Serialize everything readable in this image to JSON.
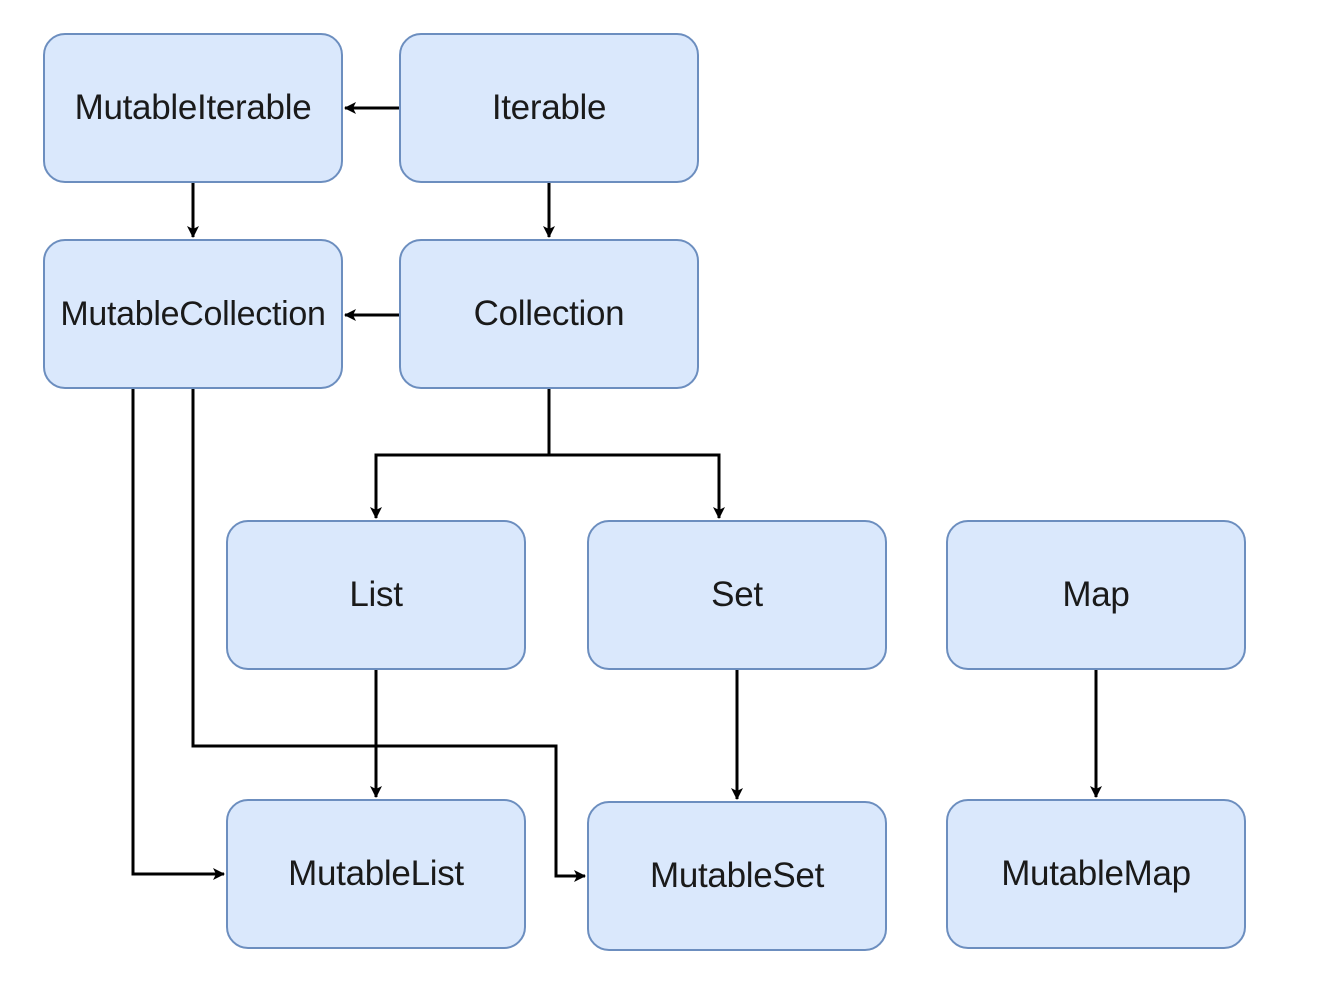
{
  "nodes": {
    "mutable_iterable": "MutableIterable",
    "iterable": "Iterable",
    "mutable_collection": "MutableCollection",
    "collection": "Collection",
    "list": "List",
    "set": "Set",
    "map": "Map",
    "mutable_list": "MutableList",
    "mutable_set": "MutableSet",
    "mutable_map": "MutableMap"
  },
  "edges": [
    {
      "from": "Iterable",
      "to": "MutableIterable"
    },
    {
      "from": "MutableIterable",
      "to": "MutableCollection"
    },
    {
      "from": "Iterable",
      "to": "Collection"
    },
    {
      "from": "Collection",
      "to": "MutableCollection"
    },
    {
      "from": "Collection",
      "to": "List"
    },
    {
      "from": "Collection",
      "to": "Set"
    },
    {
      "from": "List",
      "to": "MutableList"
    },
    {
      "from": "Set",
      "to": "MutableSet"
    },
    {
      "from": "Map",
      "to": "MutableMap"
    },
    {
      "from": "MutableCollection",
      "to": "MutableList"
    },
    {
      "from": "MutableCollection",
      "to": "MutableSet"
    }
  ],
  "colors": {
    "node_fill": "#dae8fc",
    "node_border": "#6c8ebf",
    "edge": "#000000"
  }
}
